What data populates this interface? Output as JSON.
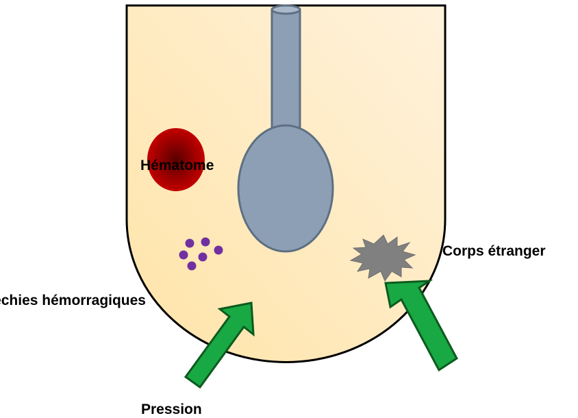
{
  "labels": {
    "hematome": "Hématome",
    "petechies": "Pétéchies hémorragiques",
    "corps_etranger": "Corps étranger",
    "pression": "Pression"
  },
  "colors": {
    "container_fill_light": "#FFF2DC",
    "container_fill_warm": "#FFE4A8",
    "container_stroke": "#000000",
    "flask_fill": "#8C9FB5",
    "flask_stroke": "#5E6F82",
    "hematoma_core": "#5A0000",
    "hematoma_edge": "#C00000",
    "petechiae": "#7030A0",
    "foreign_body": "#808080",
    "arrow_fill": "#18A844",
    "arrow_stroke": "#0C5A1E"
  },
  "icons": {
    "flask": "flask-probe-icon",
    "hematoma": "blood-clot-icon",
    "petechiae": "dots-icon",
    "foreign_body": "star-burst-icon",
    "arrow": "arrow-icon"
  }
}
